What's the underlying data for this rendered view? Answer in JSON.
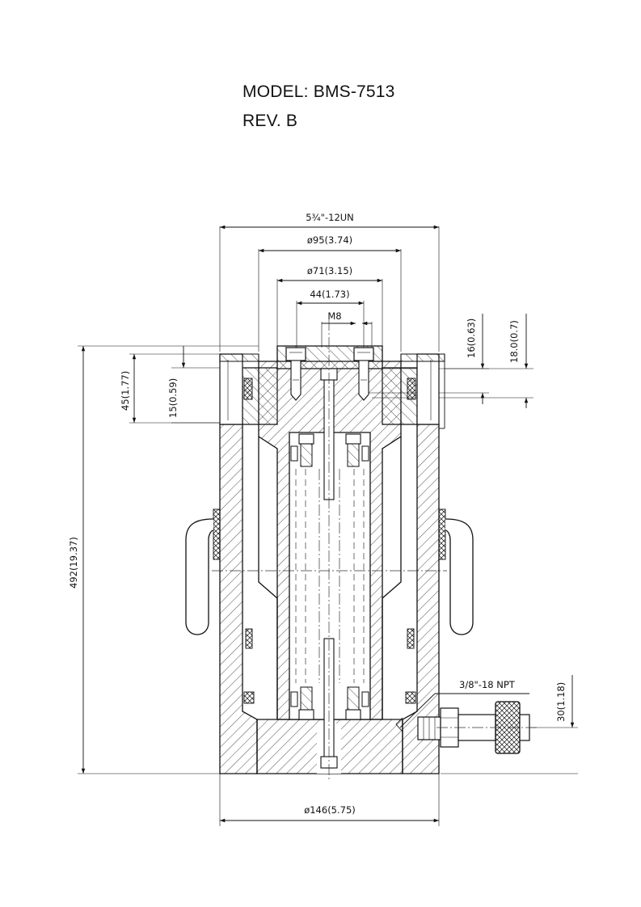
{
  "header": {
    "model": "MODEL: BMS-7513",
    "revision": "REV. B"
  },
  "dimensions": {
    "thread": "5¾\"-12UN",
    "collar_dia": "ø95(3.74)",
    "plunger_dia": "ø71(3.15)",
    "bolt_spacing": "44(1.73)",
    "bolt_thread": "M8",
    "cap_thickness": "16(0.63)",
    "saddle_height": "18.0(0.7)",
    "top_to_collar": "45(1.77)",
    "collar_depth": "15(0.59)",
    "overall_height": "492(19.37)",
    "port_thread": "3/8\"-18 NPT",
    "port_height": "30(1.18)",
    "base_dia": "ø146(5.75)"
  },
  "colors": {
    "line": "#111111",
    "background": "#ffffff"
  }
}
